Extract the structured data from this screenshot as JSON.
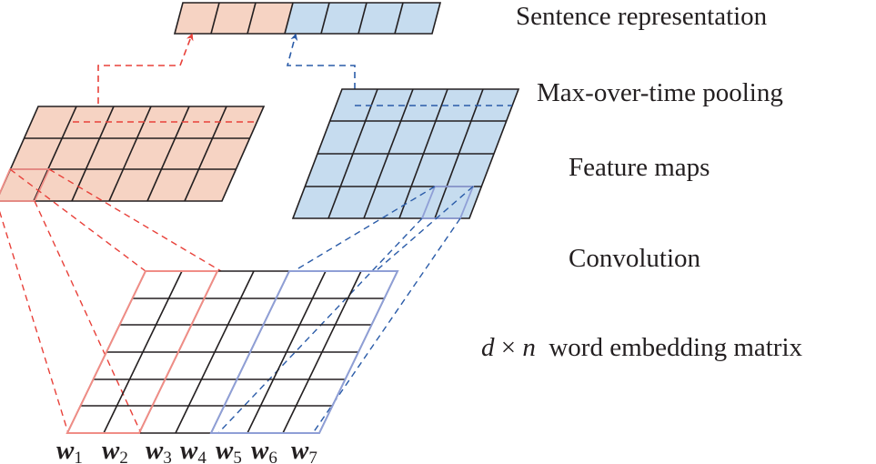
{
  "labels": {
    "sentence_representation": "Sentence representation",
    "pooling": "Max-over-time pooling",
    "feature_maps": "Feature maps",
    "convolution": "Convolution",
    "embedding_var_d": "d",
    "embedding_times": " × ",
    "embedding_var_n": "n",
    "embedding_text": "  word embedding matrix"
  },
  "words": [
    {
      "base": "w",
      "sub": "1"
    },
    {
      "base": "w",
      "sub": "2"
    },
    {
      "base": "w",
      "sub": "3"
    },
    {
      "base": "w",
      "sub": "4"
    },
    {
      "base": "w",
      "sub": "5"
    },
    {
      "base": "w",
      "sub": "6"
    },
    {
      "base": "w",
      "sub": "7"
    }
  ],
  "colors": {
    "red_fill": "#f6d3c3",
    "blue_fill": "#c6dcef",
    "red_line": "#e8413a",
    "red_line_light": "#f08d86",
    "blue_line": "#2a5ba8",
    "blue_line_light": "#8f9fd6",
    "grid_line": "#231f20"
  }
}
